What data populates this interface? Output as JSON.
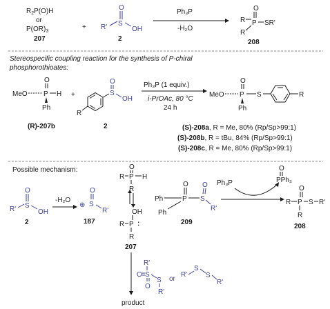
{
  "scheme1": {
    "reactant1_line1": "R",
    "reactant1_line1_sub": "2",
    "reactant1_line1_rest": "P(O)H",
    "reactant1_or": "or",
    "reactant1_line3": "P(OR)",
    "reactant1_line3_sub": "3",
    "reactant1_number": "207",
    "plus": "+",
    "reactant2_O": "O",
    "reactant2_R": "R'",
    "reactant2_S": "S",
    "reactant2_OH": "OH",
    "reactant2_number": "2",
    "reagent": "Ph₃P",
    "condition": "-H₂O",
    "product_R1": "R",
    "product_R2": "R",
    "product_O": "O",
    "product_P": "P",
    "product_SR": "SR'",
    "product_number": "208"
  },
  "scheme2": {
    "heading_line1": "Stereospecific coupling reaction for the synthesis of P-chiral",
    "heading_line2": "phosphorothioates:",
    "sm_MeO": "MeO",
    "sm_P": "P",
    "sm_H": "H",
    "sm_O": "O",
    "sm_Ph": "Ph",
    "sm_label": "(R)-207b",
    "plus": "+",
    "ar_S": "S",
    "ar_O": "O",
    "ar_OH": "OH",
    "ar_R": "R",
    "ar_number": "2",
    "reagent": "Ph₃P (1 equiv.)",
    "solvent": "i-PrOAc, 80 °C",
    "time": "24 h",
    "prod_MeO": "MeO",
    "prod_P": "P",
    "prod_O": "O",
    "prod_S": "S",
    "prod_Ph": "Ph",
    "prod_R": "R",
    "results": [
      {
        "label": "(S)-208a",
        "text": ", R = Me, 80% (Rp/Sp>99:1)"
      },
      {
        "label": "(S)-208b",
        "text": ", R = tBu, 84% (Rp/Sp>99:1)"
      },
      {
        "label": "(S)-208c",
        "text": ", R = Me, 80% (Rp/Sp>99:1)"
      }
    ]
  },
  "scheme3": {
    "heading": "Possible mechanism:",
    "sa_O": "O",
    "sa_R": "R'",
    "sa_S": "S",
    "sa_OH": "OH",
    "sa_number": "2",
    "step1": "-H₂O",
    "cat_plus": "⊕",
    "cat_S": "S",
    "cat_O": "O",
    "cat_R": "R'",
    "cat_number": "187",
    "taut_R_top": "R",
    "taut_P_top": "P",
    "taut_H": "H",
    "taut_O": "O",
    "taut_R_mid": "R",
    "taut_OH": "OH",
    "taut_R_left": "R",
    "taut_P_bot": "P",
    "taut_lp": ":",
    "taut_R_bot": "R",
    "taut_number": "207",
    "int_Ph1": "Ph",
    "int_Ph2": "Ph",
    "int_P": "P",
    "int_O": "O",
    "int_S": "S",
    "int_R": "R'",
    "int_number": "209",
    "reagent": "Ph₃P",
    "byproduct_O": "O",
    "byproduct": "PPh₃",
    "fp_R1": "R",
    "fp_P": "P",
    "fp_O": "O",
    "fp_S": "S",
    "fp_R": "R'",
    "fp_R2": "R",
    "fp_number": "208",
    "side1_R_top": "R'",
    "side1_O_left": "O",
    "side1_S1": "S",
    "side1_S2": "S",
    "side1_O_bot": "O",
    "side1_R_bot": "R'",
    "side_or": "or",
    "side2_R1": "R'",
    "side2_S1": "S",
    "side2_S2": "S",
    "side2_R2": "R'",
    "final_label": "product"
  },
  "colors": {
    "ink": "#1a1a1a",
    "accent": "#3a3f9a",
    "divider": "#8a8a8a"
  }
}
